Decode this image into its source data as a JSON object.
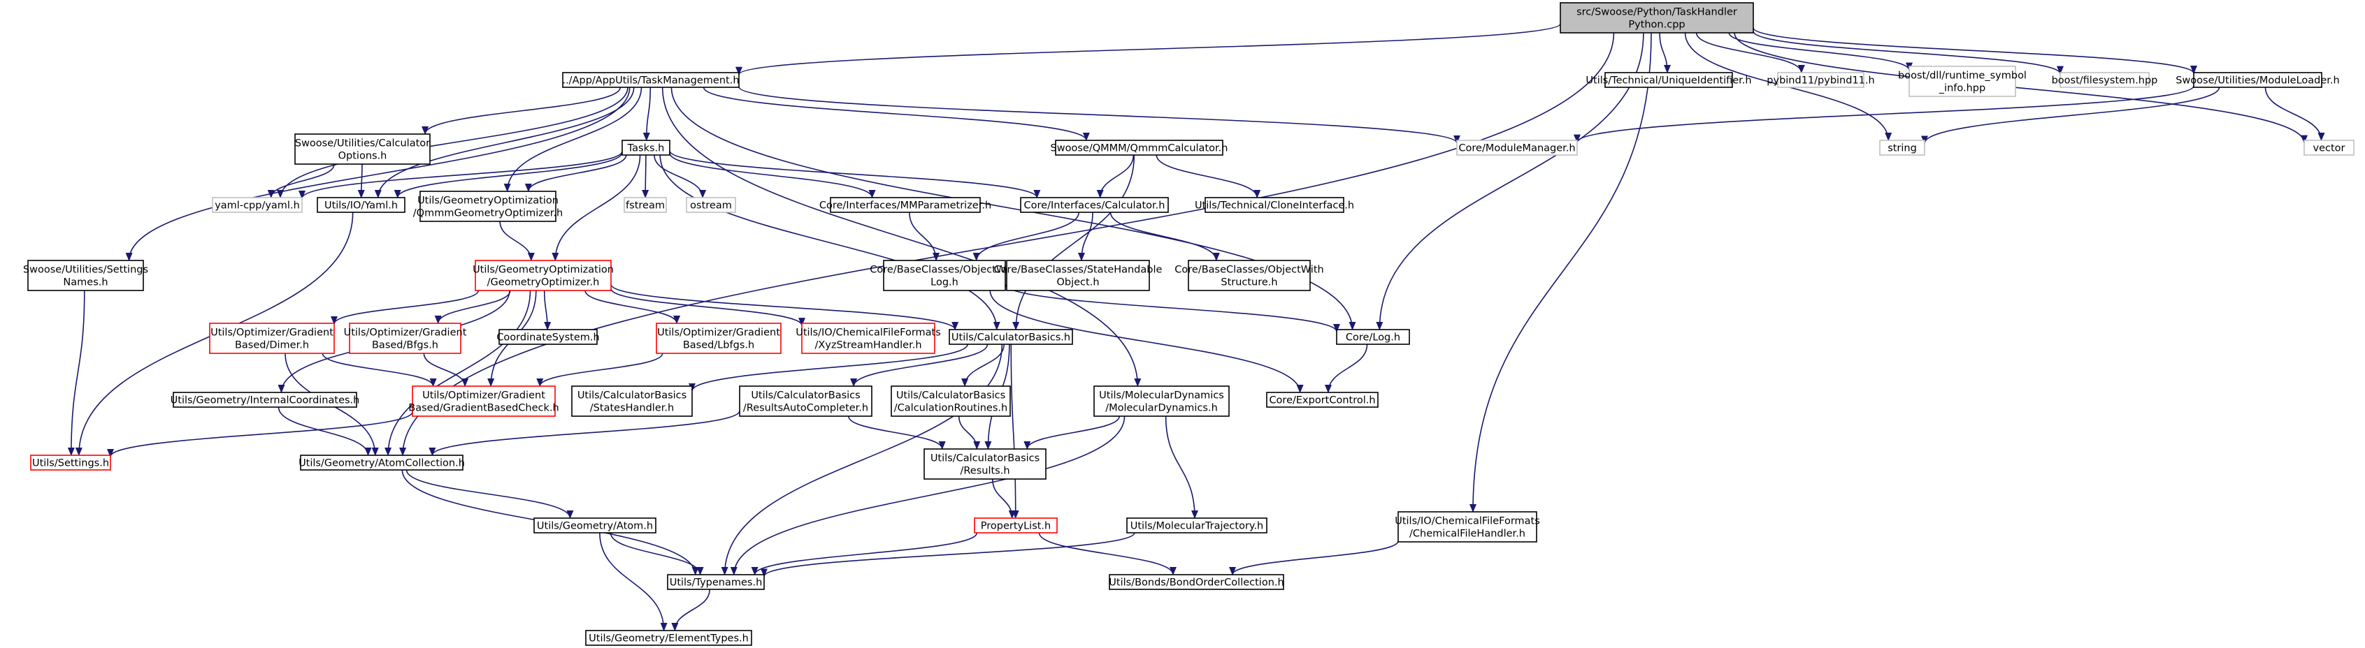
{
  "colors": {
    "edge": "#191970",
    "root_fill": "#bfbfbf",
    "normal_border": "#000000",
    "red_border": "#ff0000",
    "grey_border": "#bfbfbf",
    "grey_text": "#555555",
    "text": "#000000"
  },
  "nodes": [
    {
      "id": "root",
      "lines": [
        "src/Swoose/Python/TaskHandler",
        "Python.cpp"
      ],
      "style": "root"
    },
    {
      "id": "taskmgmt",
      "lines": [
        "../App/AppUtils/TaskManagement.h"
      ],
      "style": "normal"
    },
    {
      "id": "uniqueid",
      "lines": [
        "Utils/Technical/UniqueIdentifier.h"
      ],
      "style": "normal"
    },
    {
      "id": "pybind",
      "lines": [
        "pybind11/pybind11.h"
      ],
      "style": "grey"
    },
    {
      "id": "boostdll",
      "lines": [
        "boost/dll/runtime_symbol",
        "_info.hpp"
      ],
      "style": "grey"
    },
    {
      "id": "boostfs",
      "lines": [
        "boost/filesystem.hpp"
      ],
      "style": "grey"
    },
    {
      "id": "moduleloader",
      "lines": [
        "Swoose/Utilities/ModuleLoader.h"
      ],
      "style": "normal"
    },
    {
      "id": "calcopts",
      "lines": [
        "Swoose/Utilities/Calculator",
        "Options.h"
      ],
      "style": "normal"
    },
    {
      "id": "tasks",
      "lines": [
        "Tasks.h"
      ],
      "style": "normal"
    },
    {
      "id": "qmmmcalc",
      "lines": [
        "Swoose/QMMM/QmmmCalculator.h"
      ],
      "style": "normal"
    },
    {
      "id": "modulemanager",
      "lines": [
        "Core/ModuleManager.h"
      ],
      "style": "grey"
    },
    {
      "id": "string",
      "lines": [
        "string"
      ],
      "style": "grey"
    },
    {
      "id": "vector",
      "lines": [
        "vector"
      ],
      "style": "grey"
    },
    {
      "id": "yaml",
      "lines": [
        "yaml-cpp/yaml.h"
      ],
      "style": "grey"
    },
    {
      "id": "iyaml",
      "lines": [
        "Utils/IO/Yaml.h"
      ],
      "style": "normal"
    },
    {
      "id": "qmmmgeo",
      "lines": [
        "Utils/GeometryOptimization",
        "/QmmmGeometryOptimizer.h"
      ],
      "style": "normal"
    },
    {
      "id": "fstream",
      "lines": [
        "fstream"
      ],
      "style": "grey"
    },
    {
      "id": "ostream",
      "lines": [
        "ostream"
      ],
      "style": "grey"
    },
    {
      "id": "mmparam",
      "lines": [
        "Core/Interfaces/MMParametrizer.h"
      ],
      "style": "normal"
    },
    {
      "id": "coreCalc",
      "lines": [
        "Core/Interfaces/Calculator.h"
      ],
      "style": "normal"
    },
    {
      "id": "cloneif",
      "lines": [
        "Utils/Technical/CloneInterface.h"
      ],
      "style": "normal"
    },
    {
      "id": "settingsnames",
      "lines": [
        "Swoose/Utilities/Settings",
        "Names.h"
      ],
      "style": "normal"
    },
    {
      "id": "geoopt",
      "lines": [
        "Utils/GeometryOptimization",
        "/GeometryOptimizer.h"
      ],
      "style": "red"
    },
    {
      "id": "objlog",
      "lines": [
        "Core/BaseClasses/ObjectWith",
        "Log.h"
      ],
      "style": "normal"
    },
    {
      "id": "statehandle",
      "lines": [
        "Core/BaseClasses/StateHandable",
        "Object.h"
      ],
      "style": "normal"
    },
    {
      "id": "objstruct",
      "lines": [
        "Core/BaseClasses/ObjectWith",
        "Structure.h"
      ],
      "style": "normal"
    },
    {
      "id": "dimer",
      "lines": [
        "Utils/Optimizer/Gradient",
        "Based/Dimer.h"
      ],
      "style": "red"
    },
    {
      "id": "bfgs",
      "lines": [
        "Utils/Optimizer/Gradient",
        "Based/Bfgs.h"
      ],
      "style": "red"
    },
    {
      "id": "coordsys",
      "lines": [
        "CoordinateSystem.h"
      ],
      "style": "normal"
    },
    {
      "id": "lbfgs",
      "lines": [
        "Utils/Optimizer/Gradient",
        "Based/Lbfgs.h"
      ],
      "style": "red"
    },
    {
      "id": "xyzstream",
      "lines": [
        "Utils/IO/ChemicalFileFormats",
        "/XyzStreamHandler.h"
      ],
      "style": "red"
    },
    {
      "id": "calcbasics",
      "lines": [
        "Utils/CalculatorBasics.h"
      ],
      "style": "normal"
    },
    {
      "id": "corelog",
      "lines": [
        "Core/Log.h"
      ],
      "style": "normal"
    },
    {
      "id": "internal",
      "lines": [
        "Utils/Geometry/InternalCoordinates.h"
      ],
      "style": "normal"
    },
    {
      "id": "gradcheck",
      "lines": [
        "Utils/Optimizer/Gradient",
        "Based/GradientBasedCheck.h"
      ],
      "style": "red"
    },
    {
      "id": "stateshandler",
      "lines": [
        "Utils/CalculatorBasics",
        "/StatesHandler.h"
      ],
      "style": "normal"
    },
    {
      "id": "autocompleter",
      "lines": [
        "Utils/CalculatorBasics",
        "/ResultsAutoCompleter.h"
      ],
      "style": "normal"
    },
    {
      "id": "calcroutines",
      "lines": [
        "Utils/CalculatorBasics",
        "/CalculationRoutines.h"
      ],
      "style": "normal"
    },
    {
      "id": "moldyn",
      "lines": [
        "Utils/MolecularDynamics",
        "/MolecularDynamics.h"
      ],
      "style": "normal"
    },
    {
      "id": "exportctl",
      "lines": [
        "Core/ExportControl.h"
      ],
      "style": "normal"
    },
    {
      "id": "settings",
      "lines": [
        "Utils/Settings.h"
      ],
      "style": "red"
    },
    {
      "id": "atomcoll",
      "lines": [
        "Utils/Geometry/AtomCollection.h"
      ],
      "style": "normal"
    },
    {
      "id": "results",
      "lines": [
        "Utils/CalculatorBasics",
        "/Results.h"
      ],
      "style": "normal"
    },
    {
      "id": "atom",
      "lines": [
        "Utils/Geometry/Atom.h"
      ],
      "style": "normal"
    },
    {
      "id": "proplist",
      "lines": [
        "PropertyList.h"
      ],
      "style": "red"
    },
    {
      "id": "moltraj",
      "lines": [
        "Utils/MolecularTrajectory.h"
      ],
      "style": "normal"
    },
    {
      "id": "chemfile",
      "lines": [
        "Utils/IO/ChemicalFileFormats",
        "/ChemicalFileHandler.h"
      ],
      "style": "normal"
    },
    {
      "id": "typenames",
      "lines": [
        "Utils/Typenames.h"
      ],
      "style": "normal"
    },
    {
      "id": "bondorder",
      "lines": [
        "Utils/Bonds/BondOrderCollection.h"
      ],
      "style": "normal"
    },
    {
      "id": "elementtypes",
      "lines": [
        "Utils/Geometry/ElementTypes.h"
      ],
      "style": "normal"
    }
  ],
  "edges": [
    [
      "root",
      "taskmgmt"
    ],
    [
      "root",
      "uniqueid"
    ],
    [
      "root",
      "pybind"
    ],
    [
      "root",
      "boostdll"
    ],
    [
      "root",
      "boostfs"
    ],
    [
      "root",
      "moduleloader"
    ],
    [
      "root",
      "string"
    ],
    [
      "root",
      "vector"
    ],
    [
      "root",
      "corelog"
    ],
    [
      "root",
      "atomcoll"
    ],
    [
      "root",
      "chemfile"
    ],
    [
      "taskmgmt",
      "calcopts"
    ],
    [
      "taskmgmt",
      "tasks"
    ],
    [
      "taskmgmt",
      "qmmmcalc"
    ],
    [
      "taskmgmt",
      "modulemanager"
    ],
    [
      "taskmgmt",
      "yaml"
    ],
    [
      "taskmgmt",
      "iyaml"
    ],
    [
      "taskmgmt",
      "qmmmgeo"
    ],
    [
      "taskmgmt",
      "settingsnames"
    ],
    [
      "taskmgmt",
      "corelog"
    ],
    [
      "taskmgmt",
      "moldyn"
    ],
    [
      "moduleloader",
      "modulemanager"
    ],
    [
      "moduleloader",
      "string"
    ],
    [
      "moduleloader",
      "vector"
    ],
    [
      "calcopts",
      "yaml"
    ],
    [
      "calcopts",
      "iyaml"
    ],
    [
      "tasks",
      "yaml"
    ],
    [
      "tasks",
      "iyaml"
    ],
    [
      "tasks",
      "qmmmgeo"
    ],
    [
      "tasks",
      "fstream"
    ],
    [
      "tasks",
      "ostream"
    ],
    [
      "tasks",
      "mmparam"
    ],
    [
      "tasks",
      "coreCalc"
    ],
    [
      "tasks",
      "geoopt"
    ],
    [
      "tasks",
      "calcbasics"
    ],
    [
      "qmmmcalc",
      "coreCalc"
    ],
    [
      "qmmmcalc",
      "cloneif"
    ],
    [
      "qmmmcalc",
      "calcbasics"
    ],
    [
      "qmmmgeo",
      "geoopt"
    ],
    [
      "mmparam",
      "objlog"
    ],
    [
      "coreCalc",
      "objlog"
    ],
    [
      "coreCalc",
      "statehandle"
    ],
    [
      "coreCalc",
      "objstruct"
    ],
    [
      "iyaml",
      "settings"
    ],
    [
      "settingsnames",
      "settings"
    ],
    [
      "geoopt",
      "dimer"
    ],
    [
      "geoopt",
      "bfgs"
    ],
    [
      "geoopt",
      "coordsys"
    ],
    [
      "geoopt",
      "lbfgs"
    ],
    [
      "geoopt",
      "xyzstream"
    ],
    [
      "geoopt",
      "calcbasics"
    ],
    [
      "geoopt",
      "internal"
    ],
    [
      "geoopt",
      "gradcheck"
    ],
    [
      "geoopt",
      "atomcoll"
    ],
    [
      "objlog",
      "corelog"
    ],
    [
      "objlog",
      "exportctl"
    ],
    [
      "dimer",
      "gradcheck"
    ],
    [
      "dimer",
      "atomcoll"
    ],
    [
      "bfgs",
      "gradcheck"
    ],
    [
      "lbfgs",
      "gradcheck"
    ],
    [
      "calcbasics",
      "stateshandler"
    ],
    [
      "calcbasics",
      "autocompleter"
    ],
    [
      "calcbasics",
      "calcroutines"
    ],
    [
      "calcbasics",
      "results"
    ],
    [
      "calcbasics",
      "proplist"
    ],
    [
      "calcbasics",
      "typenames"
    ],
    [
      "corelog",
      "exportctl"
    ],
    [
      "internal",
      "atomcoll"
    ],
    [
      "gradcheck",
      "settings"
    ],
    [
      "autocompleter",
      "atomcoll"
    ],
    [
      "autocompleter",
      "results"
    ],
    [
      "calcroutines",
      "results"
    ],
    [
      "moldyn",
      "results"
    ],
    [
      "moldyn",
      "moltraj"
    ],
    [
      "moldyn",
      "typenames"
    ],
    [
      "atomcoll",
      "atom"
    ],
    [
      "atomcoll",
      "typenames"
    ],
    [
      "results",
      "proplist"
    ],
    [
      "atom",
      "typenames"
    ],
    [
      "atom",
      "elementtypes"
    ],
    [
      "proplist",
      "typenames"
    ],
    [
      "proplist",
      "bondorder"
    ],
    [
      "moltraj",
      "typenames"
    ],
    [
      "chemfile",
      "bondorder"
    ],
    [
      "typenames",
      "elementtypes"
    ]
  ]
}
